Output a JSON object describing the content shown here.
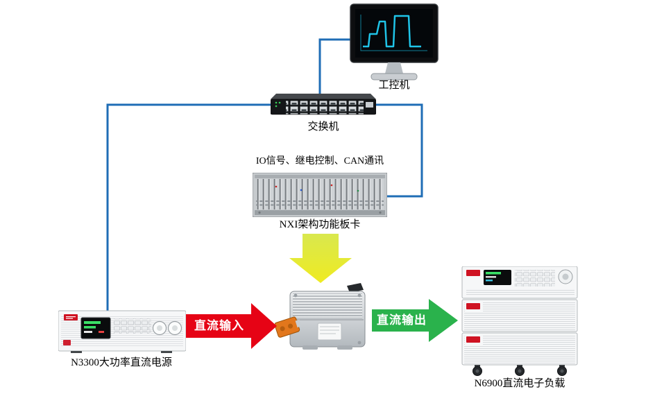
{
  "colors": {
    "connection_line": "#1f6db6",
    "arrow_red": "#e60315",
    "arrow_green": "#2ab24c",
    "arrow_yellow_start": "#d9e84e",
    "arrow_yellow_end": "#efeb21",
    "screen_trace": "#1fc4e8",
    "brand_red": "#cf1322"
  },
  "nodes": {
    "industrial_pc": {
      "label": "工控机"
    },
    "network_switch": {
      "label": "交换机"
    },
    "nxi_rack": {
      "label": "NXI架构功能板卡",
      "caption": "IO信号、继电控制、CAN通讯"
    },
    "power_supply": {
      "label": "N3300大功率直流电源"
    },
    "electronic_load": {
      "label": "N6900直流电子负载"
    }
  },
  "arrows": {
    "dc_input": {
      "label": "直流输入"
    },
    "dc_output": {
      "label": "直流输出"
    }
  }
}
